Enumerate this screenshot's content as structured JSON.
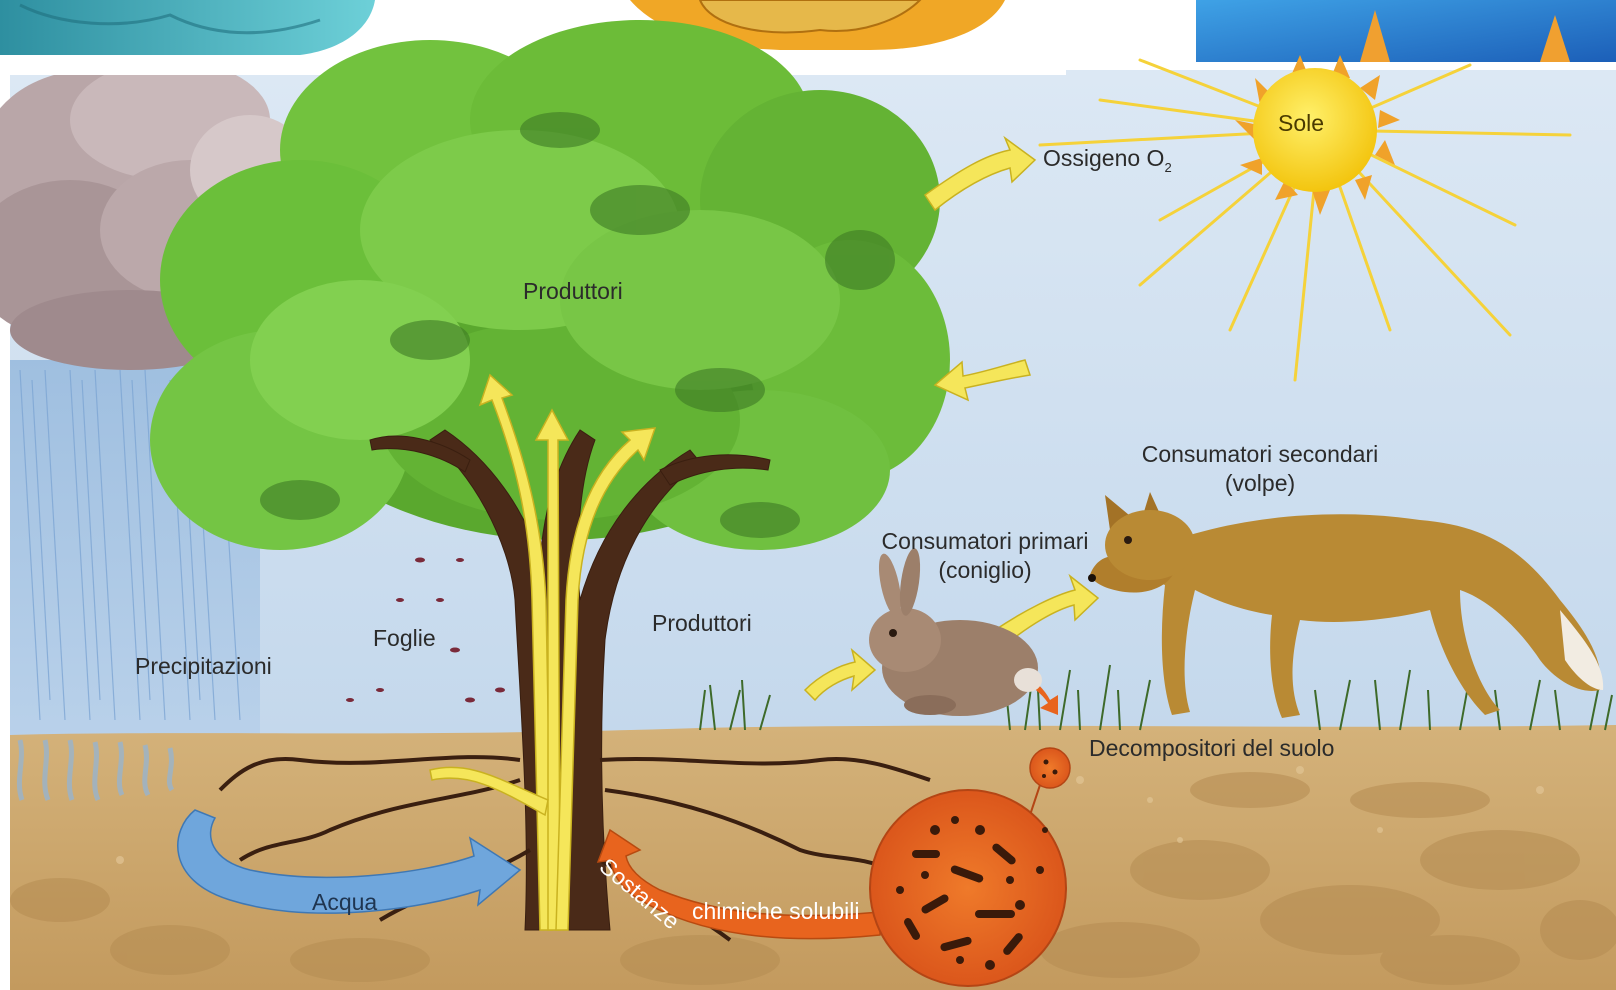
{
  "labels": {
    "sole": "Sole",
    "ossigeno": "Ossigeno O",
    "ossigeno_sub": "2",
    "produttori_tree": "Produttori",
    "produttori_ground": "Produttori",
    "consumatori_secondari": "Consumatori secondari",
    "volpe": "(volpe)",
    "consumatori_primari": "Consumatori primari",
    "coniglio": "(coniglio)",
    "foglie": "Foglie",
    "precipitazioni": "Precipitazioni",
    "decompositori": "Decompositori del suolo",
    "acqua": "Acqua",
    "sostanze": "Sostanze",
    "chimiche_solubili": "chimiche solubili"
  },
  "colors": {
    "sky": "#cfe0f0",
    "soil": "#c9a46a",
    "foliage": "#6bbf3a",
    "trunk": "#4a2a18",
    "arrow_yellow": "#f5e65a",
    "arrow_blue": "#6fa6dc",
    "arrow_orange": "#e8641e",
    "sun": "#f7d51a",
    "fox": "#b98a34",
    "rabbit": "#9c7f6a",
    "decomposer_disc": "#e8691e"
  }
}
